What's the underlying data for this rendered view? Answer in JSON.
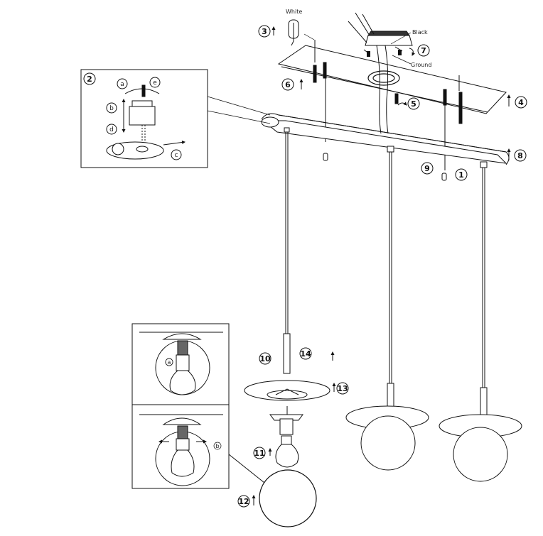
{
  "wire_labels": {
    "white": "White",
    "black": "Black",
    "ground": "Ground"
  },
  "steps": {
    "s1": "1",
    "s2": "2",
    "s3": "3",
    "s4": "4",
    "s5": "5",
    "s6": "6",
    "s7": "7",
    "s8": "8",
    "s9": "9",
    "s10": "10",
    "s11": "11",
    "s12": "12",
    "s13": "13",
    "s14": "14"
  },
  "substeps": {
    "a": "a",
    "b": "b",
    "c": "c",
    "d": "d",
    "e": "e"
  },
  "inset_markers": {
    "marker_a": "a",
    "marker_b": "b"
  },
  "colors": {
    "line": "#111111",
    "glass": "#ffffff",
    "accent_arrow": "#6b1a1a"
  }
}
